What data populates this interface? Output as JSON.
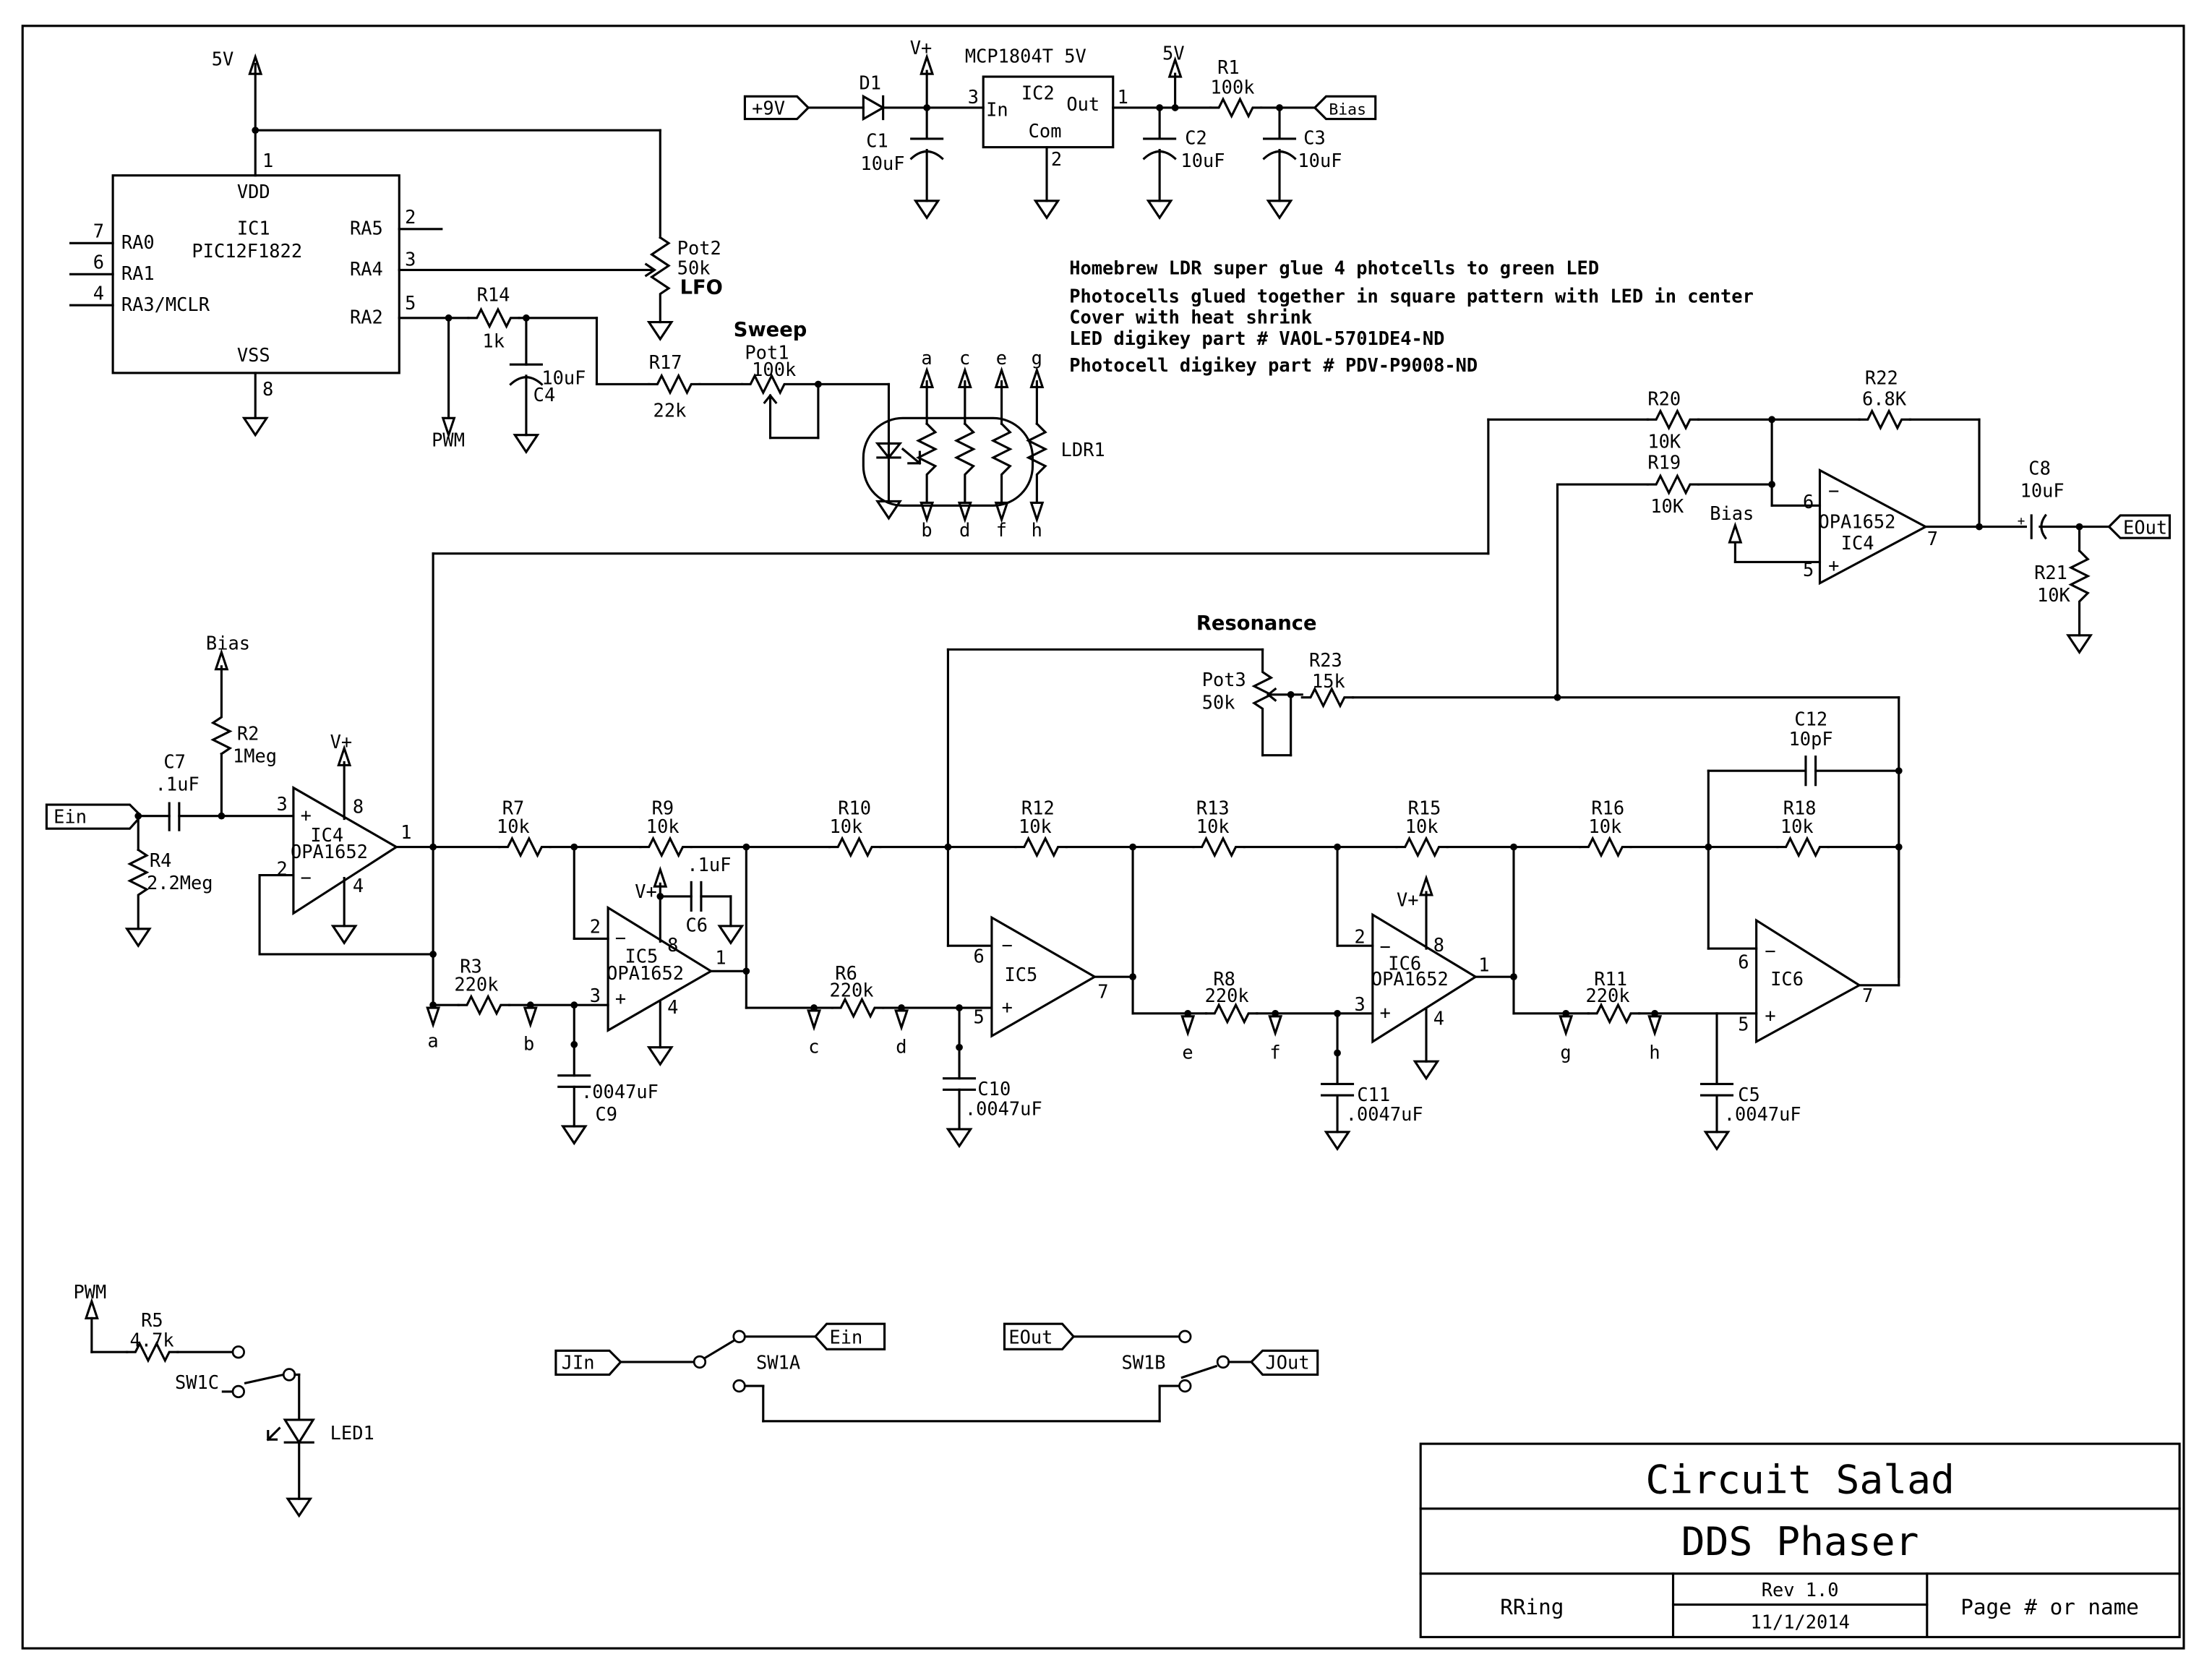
{
  "title_block": {
    "company": "Circuit Salad",
    "project": "DDS Phaser",
    "author": "RRing",
    "revision": "Rev 1.0",
    "date": "11/1/2014",
    "page": "Page # or name"
  },
  "notes": [
    "Homebrew LDR super glue 4 photcells to green LED",
    "Photocells glued together in square pattern with LED in center",
    "Cover with heat shrink",
    "LED digikey part # VAOL-5701DE4-ND",
    "Photocell  digikey part # PDV-P9008-ND"
  ],
  "section_labels": {
    "sweep": "Sweep",
    "resonance": "Resonance",
    "lfo": "LFO"
  },
  "power": {
    "v5": "5V",
    "vplus": "V+",
    "plus9": "+9V",
    "bias": "Bias",
    "regulator": {
      "name": "MCP1804T 5V",
      "ref": "IC2",
      "in": "In",
      "out": "Out",
      "com": "Com",
      "pin_in": "3",
      "pin_out": "1",
      "pin_com": "2"
    },
    "d1": "D1",
    "c1": {
      "ref": "C1",
      "value": "10uF"
    },
    "c2": {
      "ref": "C2",
      "value": "10uF"
    },
    "c3": {
      "ref": "C3",
      "value": "10uF"
    },
    "r1": {
      "ref": "R1",
      "value": "100k"
    }
  },
  "mcu": {
    "ref": "IC1",
    "part": "PIC12F1822",
    "vdd": "VDD",
    "vss": "VSS",
    "pins_left": [
      {
        "num": "7",
        "name": "RA0"
      },
      {
        "num": "6",
        "name": "RA1"
      },
      {
        "num": "4",
        "name": "RA3/MCLR"
      }
    ],
    "pins_right": [
      {
        "num": "2",
        "name": "RA5"
      },
      {
        "num": "3",
        "name": "RA4"
      },
      {
        "num": "5",
        "name": "RA2"
      }
    ],
    "pin_vdd": "1",
    "pin_vss": "8"
  },
  "pwm_label": "PWM",
  "components": {
    "r14": {
      "ref": "R14",
      "value": "1k"
    },
    "c4": {
      "ref": "C4",
      "value": "10uF"
    },
    "r17": {
      "ref": "R17",
      "value": "22k"
    },
    "pot1": {
      "ref": "Pot1",
      "value": "100k"
    },
    "pot2": {
      "ref": "Pot2",
      "value": "50k"
    },
    "pot3": {
      "ref": "Pot3",
      "value": "50k"
    },
    "r23": {
      "ref": "R23",
      "value": "15k"
    },
    "ldr1": {
      "ref": "LDR1"
    },
    "r20": {
      "ref": "R20",
      "value": "10K"
    },
    "r19": {
      "ref": "R19",
      "value": "10K"
    },
    "r22": {
      "ref": "R22",
      "value": "6.8K"
    },
    "r21": {
      "ref": "R21",
      "value": "10K"
    },
    "c8": {
      "ref": "C8",
      "value": "10uF"
    },
    "c7": {
      "ref": "C7",
      "value": ".1uF"
    },
    "r2": {
      "ref": "R2",
      "value": "1Meg"
    },
    "r4": {
      "ref": "R4",
      "value": "2.2Meg"
    },
    "r7": {
      "ref": "R7",
      "value": "10k"
    },
    "r9": {
      "ref": "R9",
      "value": "10k"
    },
    "r10": {
      "ref": "R10",
      "value": "10k"
    },
    "r12": {
      "ref": "R12",
      "value": "10k"
    },
    "r13": {
      "ref": "R13",
      "value": "10k"
    },
    "r15": {
      "ref": "R15",
      "value": "10k"
    },
    "r16": {
      "ref": "R16",
      "value": "10k"
    },
    "r18": {
      "ref": "R18",
      "value": "10k"
    },
    "r3": {
      "ref": "R3",
      "value": "220k"
    },
    "r6": {
      "ref": "R6",
      "value": "220k"
    },
    "r8": {
      "ref": "R8",
      "value": "220k"
    },
    "r11": {
      "ref": "R11",
      "value": "220k"
    },
    "c6": {
      "ref": "C6",
      "value": ".1uF"
    },
    "c9": {
      "ref": "C9",
      "value": ".0047uF"
    },
    "c10": {
      "ref": "C10",
      "value": ".0047uF"
    },
    "c11": {
      "ref": "C11",
      "value": ".0047uF"
    },
    "c5": {
      "ref": "C5",
      "value": ".0047uF"
    },
    "c12": {
      "ref": "C12",
      "value": "10pF"
    },
    "r5": {
      "ref": "R5",
      "value": "4.7k"
    },
    "led1": {
      "ref": "LED1"
    },
    "sw1a": "SW1A",
    "sw1b": "SW1B",
    "sw1c": "SW1C"
  },
  "opamp_part": "OPA1652",
  "opamps": {
    "ic4": "IC4",
    "ic5": "IC5",
    "ic6": "IC6"
  },
  "nets": {
    "a": "a",
    "b": "b",
    "c": "c",
    "d": "d",
    "e": "e",
    "f": "f",
    "g": "g",
    "h": "h"
  },
  "ports": {
    "ein": "Ein",
    "eout": "EOut",
    "jin": "JIn",
    "jout": "JOut"
  },
  "pins": {
    "p1": "1",
    "p2": "2",
    "p3": "3",
    "p4": "4",
    "p5": "5",
    "p6": "6",
    "p7": "7",
    "p8": "8"
  }
}
